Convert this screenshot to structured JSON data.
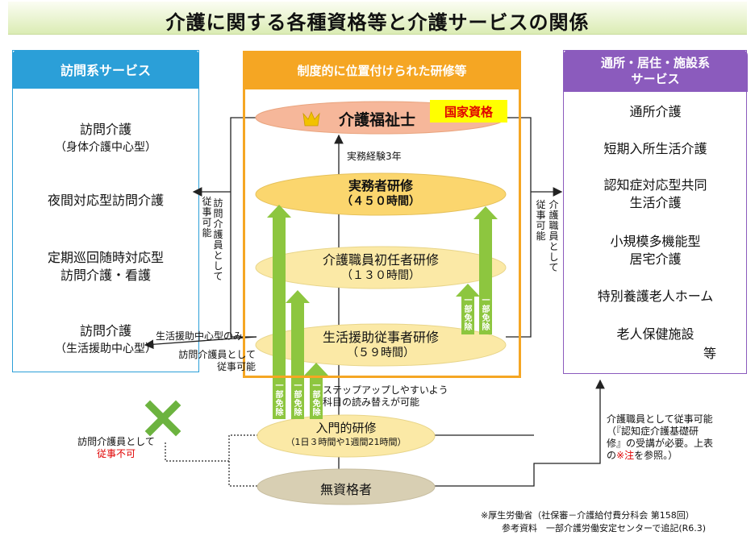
{
  "title": "介護に関する各種資格等と介護サービスの関係",
  "left_panel": {
    "header": "訪問系サービス",
    "items": [
      {
        "line1": "訪問介護",
        "line2": "（身体介護中心型）"
      },
      {
        "line1": "夜間対応型訪問介護",
        "line2": ""
      },
      {
        "line1": "定期巡回随時対応型",
        "line2": "訪問介護・看護"
      },
      {
        "line1": "訪問介護",
        "line2": "（生活援助中心型）"
      }
    ]
  },
  "middle_panel": {
    "header": "制度的に位置付けられた研修等",
    "kaigo_fukushishi": "介護福祉士",
    "kokka_badge": "国家資格",
    "jitsumu_keiken": "実務経験3年",
    "jitsumusha": {
      "line1": "実務者研修",
      "line2": "（４５０時間）"
    },
    "shoninsha": {
      "line1": "介護職員初任者研修",
      "line2": "（１３０時間）"
    },
    "seikatsu": {
      "line1": "生活援助従事者研修",
      "line2": "（５９時間）"
    },
    "nyumon": {
      "line1": "入門的研修",
      "line2": "（1日３時間や1週間21時間）"
    },
    "mushikaku": "無資格者",
    "step_up_note": {
      "line1": "ステップアップしやすいよう",
      "line2": "科目の読み替えが可能"
    },
    "partial_exempt": "一部免除"
  },
  "right_panel": {
    "header_line1": "通所・居住・施設系",
    "header_line2": "サービス",
    "items": [
      {
        "line1": "通所介護",
        "line2": ""
      },
      {
        "line1": "短期入所生活介護",
        "line2": ""
      },
      {
        "line1": "認知症対応型共同",
        "line2": "生活介護"
      },
      {
        "line1": "小規模多機能型",
        "line2": "居宅介護"
      },
      {
        "line1": "特別養護老人ホーム",
        "line2": ""
      },
      {
        "line1": "老人保健施設",
        "line2": ""
      }
    ],
    "etc": "等"
  },
  "annotations": {
    "left_vertical_1": "従事可能",
    "left_vertical_2": "訪問介護員として",
    "right_vertical_1": "従事可能",
    "right_vertical_2": "介護職員として",
    "seikatsu_only": "生活援助中心型のみ",
    "seikatsu_can_1": "訪問介護員として",
    "seikatsu_can_2": "従事可能",
    "not_allowed_1": "訪問介護員として",
    "not_allowed_2": "従事不可",
    "right_note_1": "介護職員として従事可能",
    "right_note_2": "（『認知症介護基礎研",
    "right_note_3": "修』の受講が必要。上表",
    "right_note_4a": "の",
    "right_note_4b": "※注",
    "right_note_4c": "を参照。）"
  },
  "footnote": {
    "line1": "※厚生労働省（社保審－介護給付費分科会 第158回）",
    "line2": "参考資料　一部介護労働安定センターで追記(R6.3)"
  },
  "colors": {
    "title_green": "#dbecb4",
    "left_blue": "#2b9fd8",
    "mid_orange": "#f5a623",
    "right_purple": "#8b5bbd",
    "ellipse_yellow": "#fbe9a6",
    "ellipse_salmon": "#f6b79a",
    "ellipse_gray": "#d8cfb3",
    "arrow_green": "#8dc63f",
    "cross_green": "#6cb33f",
    "red": "#e00000"
  }
}
